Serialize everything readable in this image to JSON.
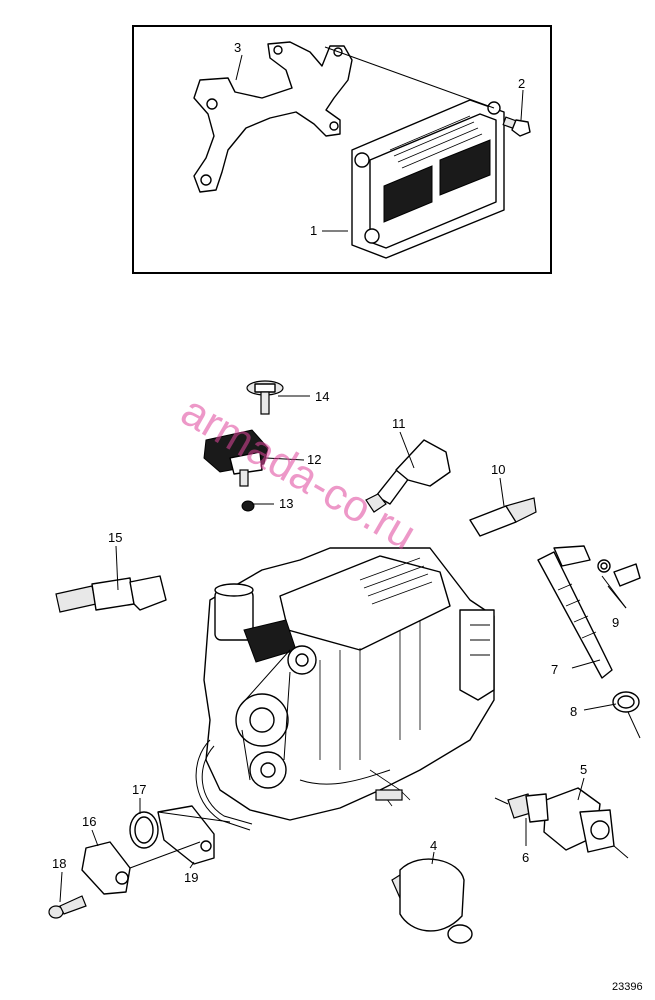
{
  "watermark": "armada-co.ru",
  "figure_number": "23396",
  "callouts": [
    "1",
    "2",
    "3",
    "4",
    "5",
    "6",
    "7",
    "8",
    "9",
    "10",
    "11",
    "12",
    "13",
    "14",
    "15",
    "16",
    "17",
    "18",
    "19"
  ]
}
